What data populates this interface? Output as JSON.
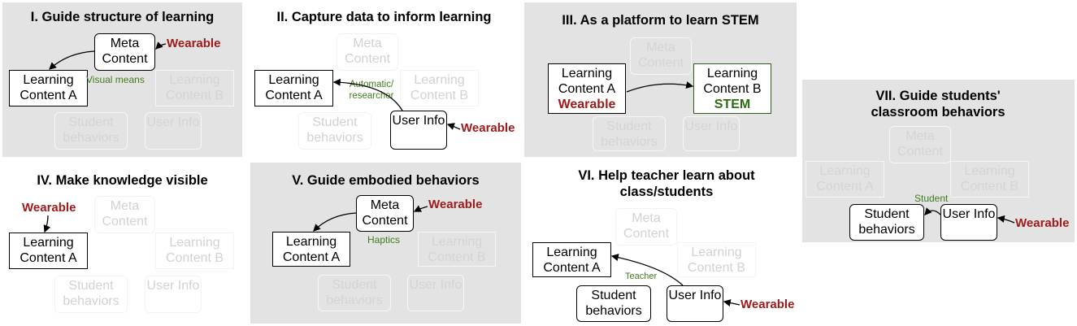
{
  "panels": [
    {
      "id": "p1",
      "title": "I. Guide structure of learning",
      "meta": "Meta Content",
      "lca": "Learning Content A",
      "lcb": "Learning Content B",
      "sb": "Student behaviors",
      "ui": "User Info",
      "wearable": "Wearable",
      "edge_label": "Visual means"
    },
    {
      "id": "p2",
      "title": "II. Capture data to inform learning",
      "meta": "Meta Content",
      "lca": "Learning Content A",
      "lcb": "Learning Content B",
      "sb": "Student behaviors",
      "ui": "User Info",
      "wearable": "Wearable",
      "edge_label": "Automatic/ researcher"
    },
    {
      "id": "p3",
      "title": "III. As a platform to learn STEM",
      "meta": "Meta Content",
      "lca": "Learning Content A",
      "lcb": "Learning Content B",
      "sb": "Student behaviors",
      "ui": "User Info",
      "wearable": "Wearable",
      "stem": "STEM"
    },
    {
      "id": "p4",
      "title": "IV. Make knowledge visible",
      "meta": "Meta Content",
      "lca": "Learning Content A",
      "lcb": "Learning Content B",
      "sb": "Student behaviors",
      "ui": "User Info",
      "wearable": "Wearable"
    },
    {
      "id": "p5",
      "title": "V. Guide embodied behaviors",
      "meta": "Meta Content",
      "lca": "Learning Content A",
      "lcb": "Learning Content B",
      "sb": "Student behaviors",
      "ui": "User Info",
      "wearable": "Wearable",
      "edge_label": "Haptics"
    },
    {
      "id": "p6",
      "title": "VI. Help teacher learn about class/students",
      "meta": "Meta Content",
      "lca": "Learning Content A",
      "lcb": "Learning Content B",
      "sb": "Student behaviors",
      "ui": "User Info",
      "wearable": "Wearable",
      "edge_label": "Teacher"
    },
    {
      "id": "p7",
      "title": "VII. Guide students' classroom behaviors",
      "meta": "Meta Content",
      "lca": "Learning Content A",
      "lcb": "Learning Content B",
      "sb": "Student behaviors",
      "ui": "User Info",
      "wearable": "Wearable",
      "edge_label": "Student"
    }
  ]
}
